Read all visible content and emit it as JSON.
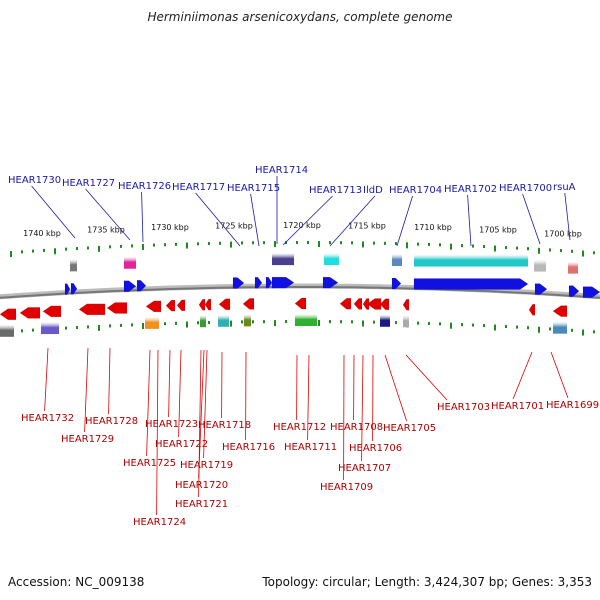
{
  "title": "Herminiimonas arsenicoxydans, complete genome",
  "footer": {
    "accession_label": "Accession: NC_009138",
    "summary": "Topology: circular; Length: 3,424,307 bp; Genes: 3,353"
  },
  "scale_labels": [
    "1740 kbp",
    "1735 kbp",
    "1730 kbp",
    "1725 kbp",
    "1720 kbp",
    "1715 kbp",
    "1710 kbp",
    "1705 kbp",
    "1700 kbp"
  ],
  "top_genes": [
    "HEAR1730",
    "HEAR1727",
    "HEAR1726",
    "HEAR1717",
    "HEAR1714",
    "HEAR1715",
    "HEAR1713",
    "IldD",
    "HEAR1704",
    "HEAR1702",
    "HEAR1700",
    "rsuA"
  ],
  "bottom_genes": [
    "HEAR1732",
    "HEAR1729",
    "HEAR1728",
    "HEAR1725",
    "HEAR1724",
    "HEAR1723",
    "HEAR1722",
    "HEAR1721",
    "HEAR1720",
    "HEAR1719",
    "HEAR1718",
    "HEAR1716",
    "HEAR1712",
    "HEAR1711",
    "HEAR1709",
    "HEAR1708",
    "HEAR1707",
    "HEAR1706",
    "HEAR1705",
    "HEAR1703",
    "HEAR1701",
    "HEAR1699"
  ],
  "colors": {
    "forward_strand": "#1010e0",
    "reverse_strand": "#e00000",
    "backbone": "#999999",
    "tick": "#228822",
    "top_label": "#1a1aa6",
    "bottom_label": "#b00000"
  }
}
